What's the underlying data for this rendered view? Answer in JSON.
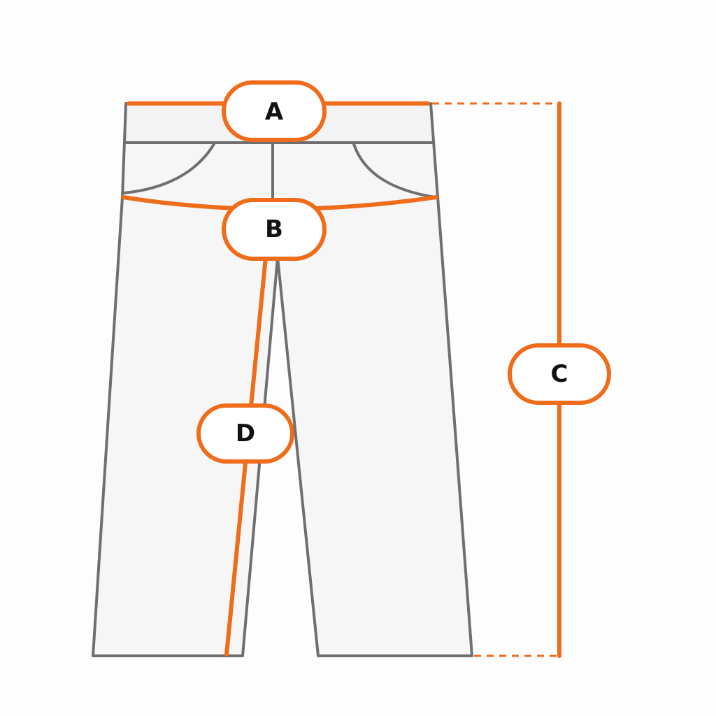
{
  "colors": {
    "accent": "#ee6c1a",
    "outline": "#6f6f6f"
  },
  "diagram": {
    "subject": "pants-icon",
    "labels": {
      "waist": "A",
      "hip": "B",
      "length": "C",
      "inseam": "D"
    }
  }
}
